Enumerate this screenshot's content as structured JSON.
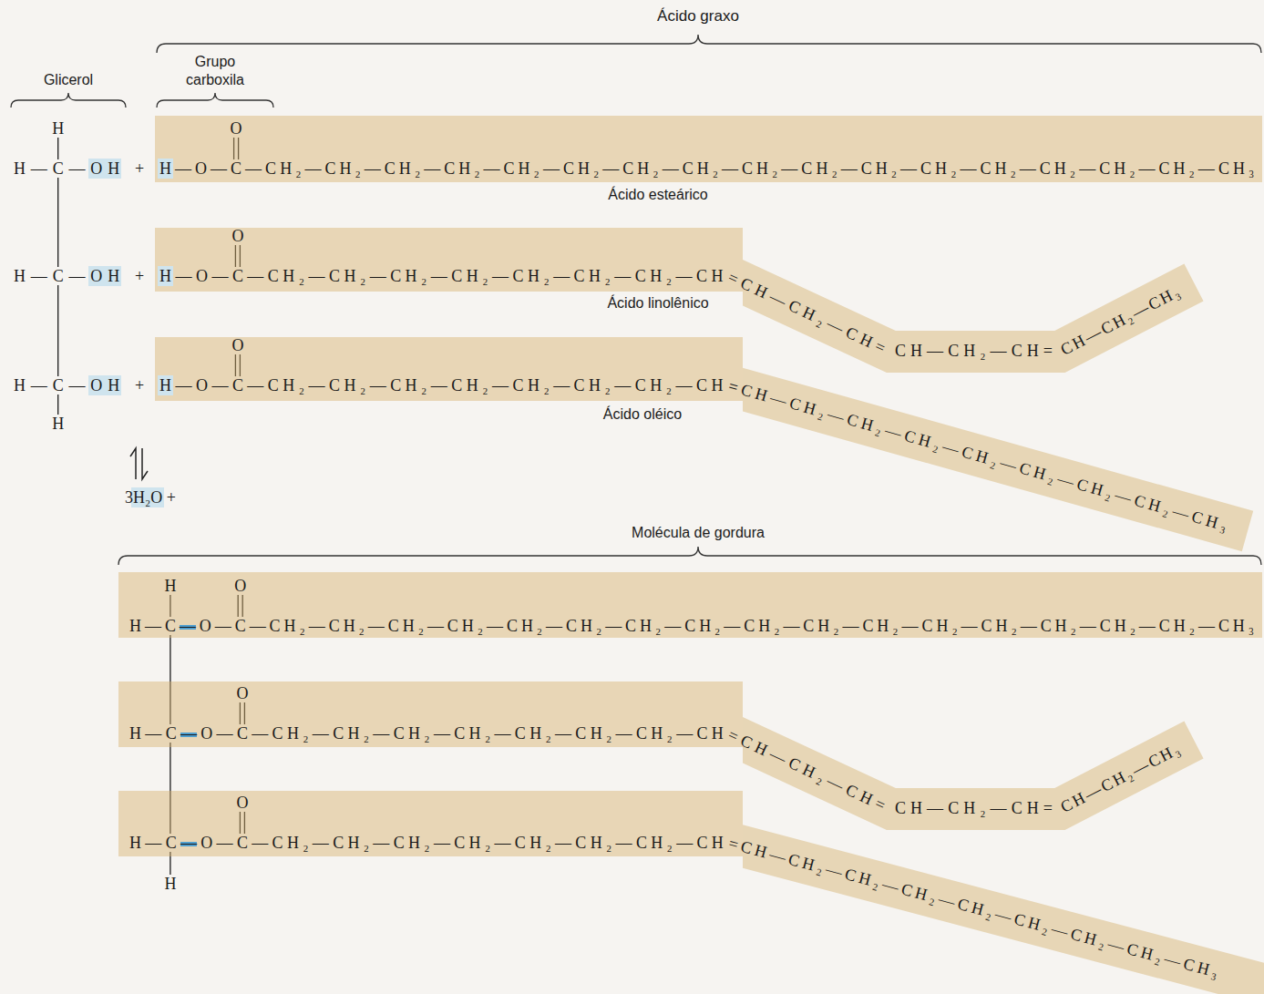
{
  "diagram": {
    "nodes": [
      {
        "text": [
          "O",
          "H—O—C—CH₂—CH₂—CH₂—CH₂—CH₂—CH₂—CH₂—CH₂—CH₂—CH₂—CH₂—CH₂—CH₂—CH₂—CH₂—CH₂—CH₃"
        ]
      },
      {
        "text": [
          "O",
          "H—O—C—CH₂—CH₂—CH₂—CH₂—CH₂—CH₂—CH₂—CH"
        ]
      },
      {
        "text": [
          "O",
          "H—O—C—CH₂—CH₂—CH₂—CH₂—CH₂—CH₂—CH₂—CH"
        ]
      },
      {
        "text": [
          "H",
          "O",
          "H—C—O—C—CH₂—CH₂—CH₂—CH₂—CH₂—CH₂—CH₂—CH₂—CH₂—CH₂—CH₂—CH₂—CH₂—CH₂—CH₂—CH₂—CH₃"
        ]
      },
      {
        "text": [
          "O",
          "H—C—O—C—CH₂—CH₂—CH₂—CH₂—CH₂—CH₂—CH₂—CH"
        ]
      },
      {
        "text": [
          "O",
          "H—C—O—C—CH₂—CH₂—CH₂—CH₂—CH₂—CH₂—CH₂—CH"
        ]
      }
    ],
    "labels": [
      "Ácido graxo",
      "Glicerol",
      "Grupo carboxila",
      "H",
      "H—C—OH",
      "+",
      "H—C—OH",
      "+",
      "H—C—OH",
      "+",
      "H",
      "Ácido esteárico",
      "=CH—CH₂—CH=",
      "CH—CH₂—CH=",
      "CH—CH₂—CH₃",
      "Ácido linolênico",
      "=CH—CH₂—CH₂—CH₂—CH₂—CH₂—CH₂—CH₂—CH₃",
      "Ácido oléico",
      "3H₂O +",
      "Molécula de gordura",
      "=CH—CH₂—CH=",
      "CH—CH₂—CH=",
      "CH—CH₂—CH₃",
      "=CH—CH₂—CH₂—CH₂—CH₂—CH₂—CH₂—CH₂—CH₃",
      "H"
    ]
  }
}
